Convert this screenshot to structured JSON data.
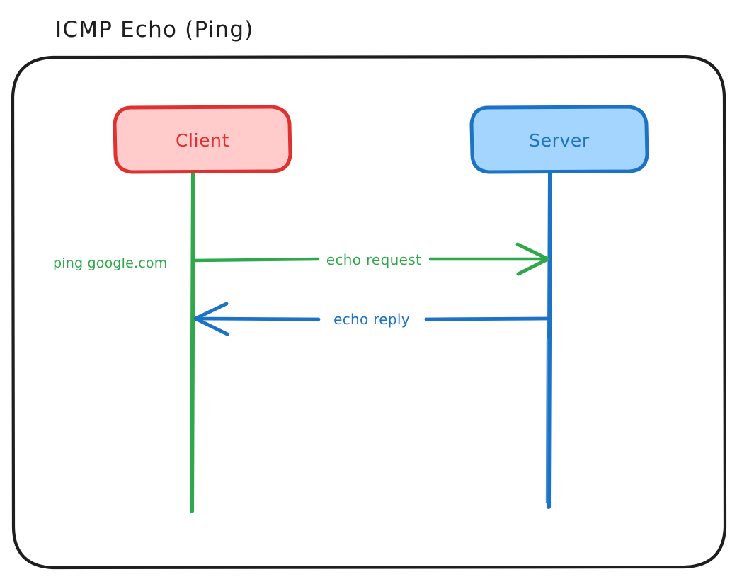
{
  "diagram": {
    "title": "ICMP Echo (Ping)",
    "type": "sequence-diagram",
    "frame": {
      "stroke_color": "#1e1e1e"
    },
    "participants": [
      {
        "id": "client",
        "label": "Client",
        "fill_color": "#FFCCCB",
        "stroke_color": "#E03131",
        "text_color": "#E03131",
        "lifeline_color": "#2FA84B"
      },
      {
        "id": "server",
        "label": "Server",
        "fill_color": "#A3D5FE",
        "stroke_color": "#1C72C4",
        "text_color": "#1C72C4",
        "lifeline_color": "#1C72C4"
      }
    ],
    "notes": [
      {
        "id": "ping-note",
        "text": "ping google.com",
        "color": "#2FA84B"
      }
    ],
    "messages": [
      {
        "id": "echo-request",
        "label": "echo request",
        "from": "client",
        "to": "server",
        "direction": "right",
        "color": "#2FA84B"
      },
      {
        "id": "echo-reply",
        "label": "echo reply",
        "from": "server",
        "to": "client",
        "direction": "left",
        "color": "#1C72C4"
      }
    ]
  }
}
